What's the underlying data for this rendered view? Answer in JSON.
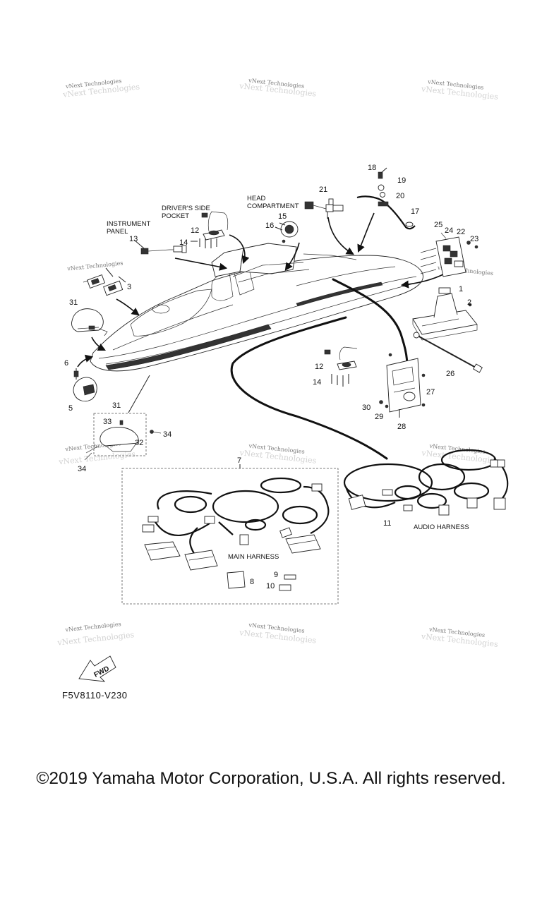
{
  "watermark": "vNext Technologies",
  "captions": {
    "instrument_panel_1": "INSTRUMENT",
    "instrument_panel_2": "PANEL",
    "drivers_pocket_1": "DRIVER'S SIDE",
    "drivers_pocket_2": "POCKET",
    "head_compartment_1": "HEAD",
    "head_compartment_2": "COMPARTMENT",
    "main_harness": "MAIN HARNESS",
    "audio_harness": "AUDIO HARNESS",
    "fwd": "FWD"
  },
  "callouts": {
    "p1": "1",
    "p2": "2",
    "p3": "3",
    "p5": "5",
    "p6": "6",
    "p7": "7",
    "p8": "8",
    "p9": "9",
    "p10": "10",
    "p11": "11",
    "p12a": "12",
    "p12b": "12",
    "p13": "13",
    "p14a": "14",
    "p14b": "14",
    "p15": "15",
    "p16": "16",
    "p17": "17",
    "p18": "18",
    "p19": "19",
    "p20": "20",
    "p21": "21",
    "p22": "22",
    "p23": "23",
    "p24": "24",
    "p25": "25",
    "p26": "26",
    "p27": "27",
    "p28": "28",
    "p29": "29",
    "p30": "30",
    "p31a": "31",
    "p31b": "31",
    "p32": "32",
    "p33": "33",
    "p34a": "34",
    "p34b": "34"
  },
  "figure_code": "F5V8110-V230",
  "copyright": "©2019 Yamaha Motor Corporation, U.S.A. All rights reserved."
}
